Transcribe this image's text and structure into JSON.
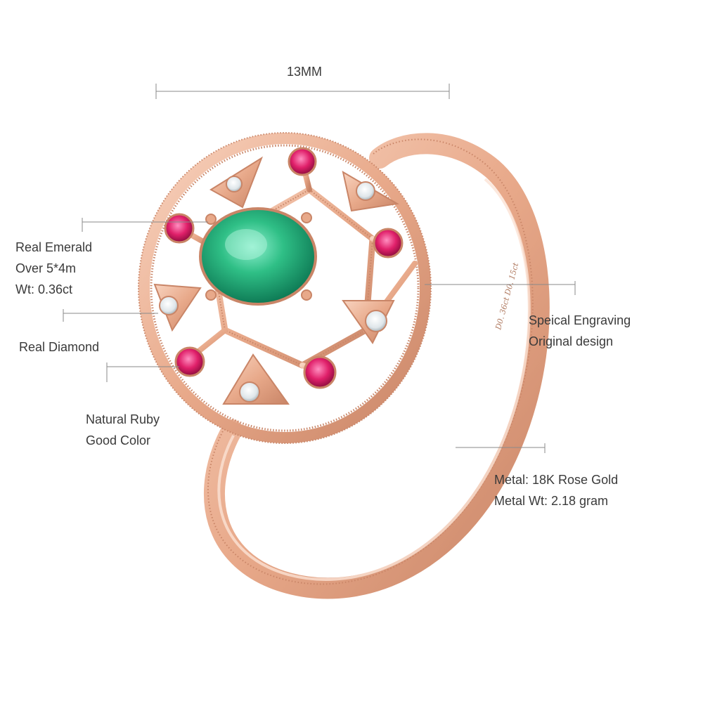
{
  "dimension": {
    "label": "13MM"
  },
  "callouts": {
    "emerald": {
      "line1": "Real Emerald",
      "line2": "Over 5*4m",
      "line3": "Wt: 0.36ct"
    },
    "diamond": {
      "line1": "Real Diamond"
    },
    "ruby": {
      "line1": "Natural Ruby",
      "line2": "Good Color"
    },
    "engraving": {
      "line1": "Speical Engraving",
      "line2": "Original design"
    },
    "metal": {
      "line1": "Metal: 18K Rose Gold",
      "line2": "Metal Wt: 2.18 gram"
    }
  },
  "ring": {
    "engraving_text": "D0. 36ct D0. 15ct",
    "colors": {
      "gold": "#e8a98a",
      "gold_dark": "#c98567",
      "gold_light": "#f8d3bf",
      "emerald": "#2fbf86",
      "ruby": "#e0206a",
      "diamond": "#e9eef0",
      "line": "#8a8a8a"
    }
  }
}
